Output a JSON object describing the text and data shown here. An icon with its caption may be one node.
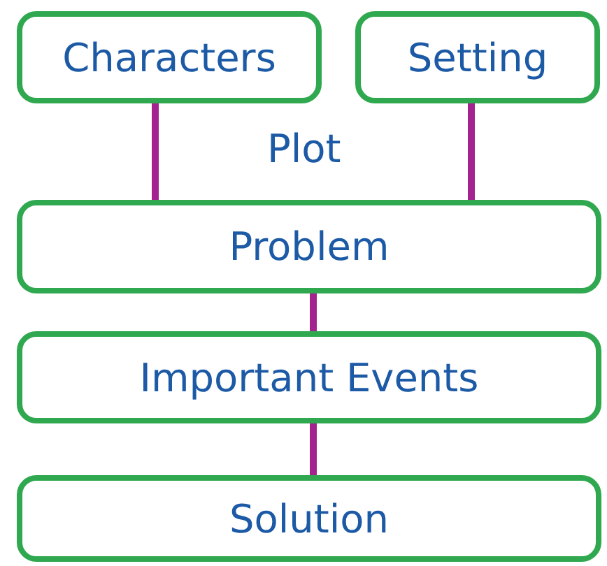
{
  "diagram": {
    "nodes": [
      {
        "text": [
          "Characters"
        ]
      },
      {
        "text": [
          "Setting"
        ]
      },
      {
        "text": [
          "Problem"
        ]
      },
      {
        "text": [
          "Important Events"
        ]
      },
      {
        "text": [
          "Solution"
        ]
      }
    ],
    "edges": [
      {
        "from": 0,
        "to": 2,
        "arrow": "none"
      },
      {
        "from": 1,
        "to": 2,
        "arrow": "none"
      },
      {
        "from": 2,
        "to": 3,
        "arrow": "none"
      },
      {
        "from": 3,
        "to": 4,
        "arrow": "none"
      }
    ],
    "labels": [
      "Plot"
    ]
  }
}
